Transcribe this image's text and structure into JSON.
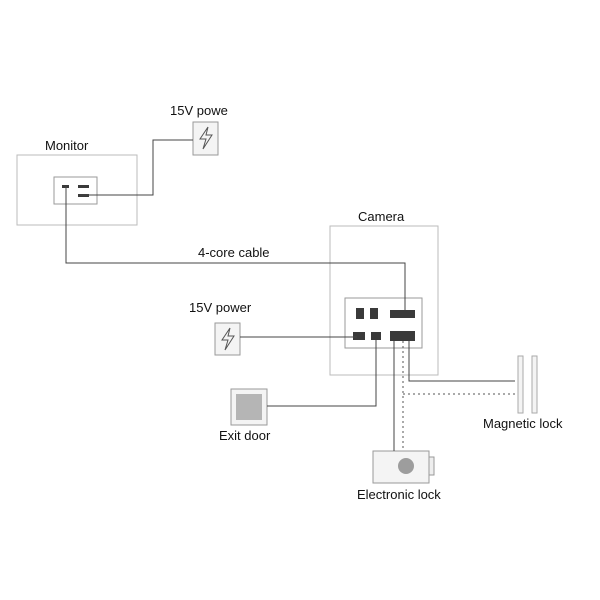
{
  "labels": {
    "monitor": "Monitor",
    "power_top": "15V powe",
    "camera": "Camera",
    "cable": "4-core cable",
    "power_mid": "15V power",
    "exit_door": "Exit door",
    "magnetic_lock": "Magnetic lock",
    "electronic_lock": "Electronic lock"
  },
  "colors": {
    "wire": "#444444",
    "frame": "#bbbbbb",
    "terminal": "#3a3a3a",
    "device_fill": "#f4f4f4",
    "exit_button": "#b5b5b5",
    "lock_knob": "#9d9d9d",
    "text": "#111111"
  },
  "icons": {
    "power_outlet": "lightning-icon"
  }
}
